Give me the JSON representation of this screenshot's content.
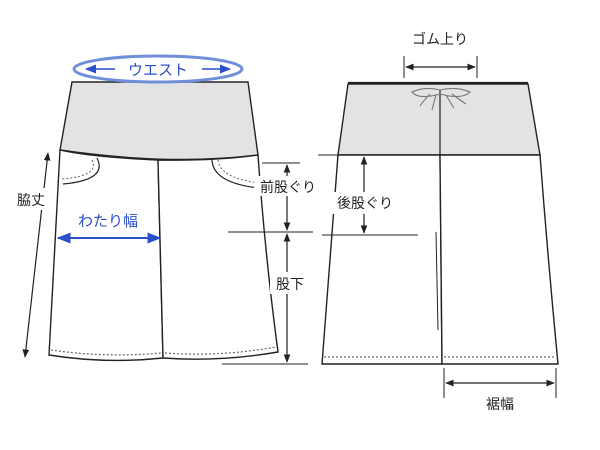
{
  "labels": {
    "waist": "ウエスト",
    "side_length": "脇丈",
    "thigh_width": "わたり幅",
    "front_rise": "前股ぐり",
    "inseam": "股下",
    "elastic_width": "ゴム上り",
    "back_rise": "後股ぐり",
    "hem_width": "裾幅"
  },
  "colors": {
    "outline": "#222222",
    "waistband_fill": "#e3e3e3",
    "accent_blue": "#2a4fc9",
    "ellipse_stroke": "#6f8fd9"
  }
}
